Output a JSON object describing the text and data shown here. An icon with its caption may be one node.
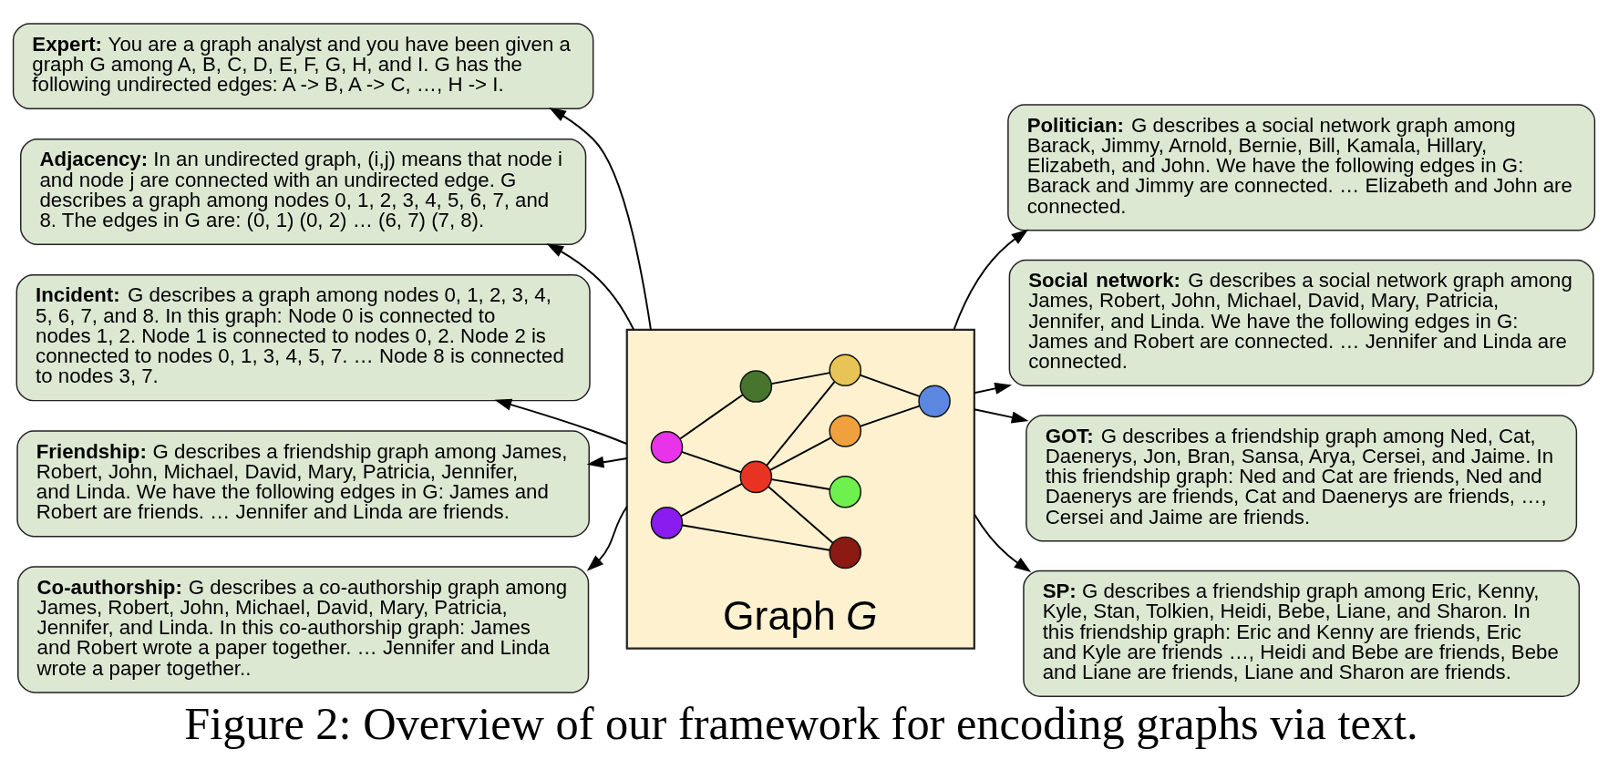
{
  "diagram": {
    "caption": "Figure 2: Overview of our framework for encoding graphs via text.",
    "nodes": [
      {
        "text": [
          "Graph *G*"
        ]
      },
      {
        "text": [],
        "shape": "circle",
        "in": 0
      },
      {
        "text": [],
        "shape": "circle",
        "in": 0
      },
      {
        "text": [],
        "shape": "circle",
        "in": 0
      },
      {
        "text": [],
        "shape": "circle",
        "in": 0
      },
      {
        "text": [],
        "shape": "circle",
        "in": 0
      },
      {
        "text": [],
        "shape": "circle",
        "in": 0
      },
      {
        "text": [],
        "shape": "circle",
        "in": 0
      },
      {
        "text": [],
        "shape": "circle",
        "in": 0
      },
      {
        "text": [],
        "shape": "circle",
        "in": 0
      },
      {
        "text": [
          "**Expert:** You are a graph analyst and you have been given a graph G among A, B, C, D, E, F, G, H, and I. G has the following undirected edges: A -> B, A -> C, …, H -> I."
        ]
      },
      {
        "text": [
          "**Adjacency:** In an undirected graph, (i,j) means that node i and node j are connected with an undirected edge. G describes a graph among nodes 0, 1, 2, 3, 4, 5, 6, 7, and 8. The edges in G are: (0, 1) (0, 2) … (6, 7) (7, 8)."
        ]
      },
      {
        "text": [
          "**Politician:** G describes a social network graph among Barack, Jimmy, Arnold, Bernie, Bill, Kamala, Hillary, Elizabeth, and John. We have the following edges in G: Barack and Jimmy are connected. … Elizabeth and John are connected."
        ]
      },
      {
        "text": [
          "**Incident:** G describes a graph among nodes 0, 1, 2, 3, 4, 5, 6, 7, and 8. In this graph: Node 0 is connected to nodes 1, 2. Node 1 is connected to nodes 0, 2. Node 2 is connected to nodes 0, 1, 3, 4, 5, 7. … Node 8 is connected to nodes 3, 7."
        ]
      },
      {
        "text": [
          "**Social network:** G describes a social network graph among James, Robert, John, Michael, David, Mary, Patricia, Jennifer, and Linda. We have the following edges in G: James and Robert are connected. … Jennifer and Linda are connected."
        ]
      },
      {
        "text": [
          "**Friendship:** G describes a friendship graph among James, Robert, John, Michael, David, Mary, Patricia, Jennifer, and Linda. We have the following edges in G: James and Robert are friends. … Jennifer and Linda are friends."
        ]
      },
      {
        "text": [
          "**GOT:** G describes a friendship graph among Ned, Cat, Daenerys, Jon, Bran, Sansa, Arya, Cersei, and Jaime. In this friendship graph: Ned and Cat are friends, Ned and Daenerys are friends, Cat and Daenerys are friends, …, Cersei and Jaime are friends."
        ]
      },
      {
        "text": [
          "**Co-authorship:** G describes a co-authorship graph among James, Robert, John, Michael, David, Mary, Patricia, Jennifer, and Linda. In this co-authorship graph: James and Robert wrote a paper together. … Jennifer and Linda wrote a paper together.."
        ]
      },
      {
        "text": [
          "**SP:** G describes a friendship graph among Eric, Kenny, Kyle, Stan, Tolkien, Heidi, Bebe, Liane, and Sharon. In this friendship graph: Eric and Kenny are friends, Eric and Kyle are friends …, Heidi and Bebe are friends, Bebe and Liane are friends, Liane and Sharon are friends."
        ]
      }
    ],
    "edges": [
      {
        "from": 2,
        "to": 4,
        "arrow": "none"
      },
      {
        "from": 2,
        "to": 6,
        "arrow": "none"
      },
      {
        "from": 1,
        "to": 4,
        "arrow": "none"
      },
      {
        "from": 1,
        "to": 3,
        "arrow": "none"
      },
      {
        "from": 3,
        "to": 5,
        "arrow": "none"
      },
      {
        "from": 4,
        "to": 5,
        "arrow": "none"
      },
      {
        "from": 4,
        "to": 6,
        "arrow": "none"
      },
      {
        "from": 4,
        "to": 9,
        "arrow": "none"
      },
      {
        "from": 4,
        "to": 7,
        "arrow": "none"
      },
      {
        "from": 7,
        "to": 8,
        "arrow": "none"
      },
      {
        "from": 5,
        "to": 8,
        "arrow": "none"
      },
      {
        "from": 0,
        "to": 10,
        "arrow": "to"
      },
      {
        "from": 0,
        "to": 11,
        "arrow": "to"
      },
      {
        "from": 0,
        "to": 12,
        "arrow": "to"
      },
      {
        "from": 0,
        "to": 13,
        "arrow": "to"
      },
      {
        "from": 0,
        "to": 14,
        "arrow": "to"
      },
      {
        "from": 0,
        "to": 15,
        "arrow": "to"
      },
      {
        "from": 0,
        "to": 16,
        "arrow": "to"
      },
      {
        "from": 0,
        "to": 17,
        "arrow": "to"
      },
      {
        "from": 0,
        "to": 18,
        "arrow": "to"
      }
    ]
  }
}
